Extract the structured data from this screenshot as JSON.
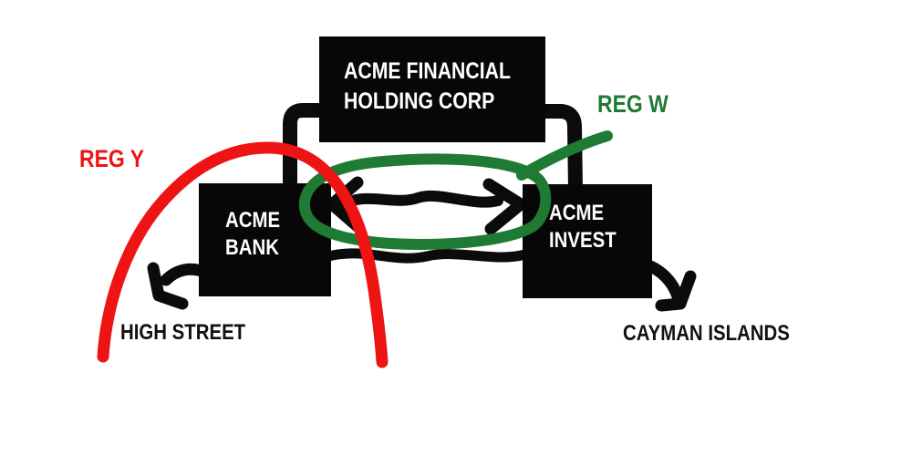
{
  "diagram": {
    "type": "hand-drawn corporate structure / regulation scope diagram",
    "nodes": {
      "holding": {
        "line1": "ACME FINANCIAL",
        "line2": "HOLDING CORP"
      },
      "bank": {
        "line1": "ACME",
        "line2": "BANK"
      },
      "invest": {
        "line1": "ACME",
        "line2": "INVEST"
      }
    },
    "annotations": {
      "reg_y": {
        "label": "REG Y",
        "color": "#ee1414"
      },
      "reg_w": {
        "label": "REG W",
        "color": "#1f7a33"
      }
    },
    "destinations": {
      "high_street": {
        "label": "HIGH STREET"
      },
      "cayman_islands": {
        "label": "CAYMAN ISLANDS"
      }
    },
    "edges": [
      "holding-corp to acme-bank (black elbow connector)",
      "holding-corp to acme-invest (black elbow connector)",
      "acme-bank <-> acme-invest (double-headed arrow, circled by REG W oval)",
      "acme-bank - acme-invest (lower plain line)",
      "acme-bank -> high-street (arrow down-left)",
      "acme-invest -> cayman-islands (arrow down-right)",
      "red REG Y arc sweeping over acme-bank",
      "green REG W oval around interaffiliate arrows with tail to label"
    ],
    "colors": {
      "background": "#ffffff",
      "box": "#070707",
      "box_text": "#ffffff",
      "stroke_black": "#0b0b0b",
      "reg_y_red": "#ee1414",
      "reg_w_green": "#1f7a33"
    }
  }
}
